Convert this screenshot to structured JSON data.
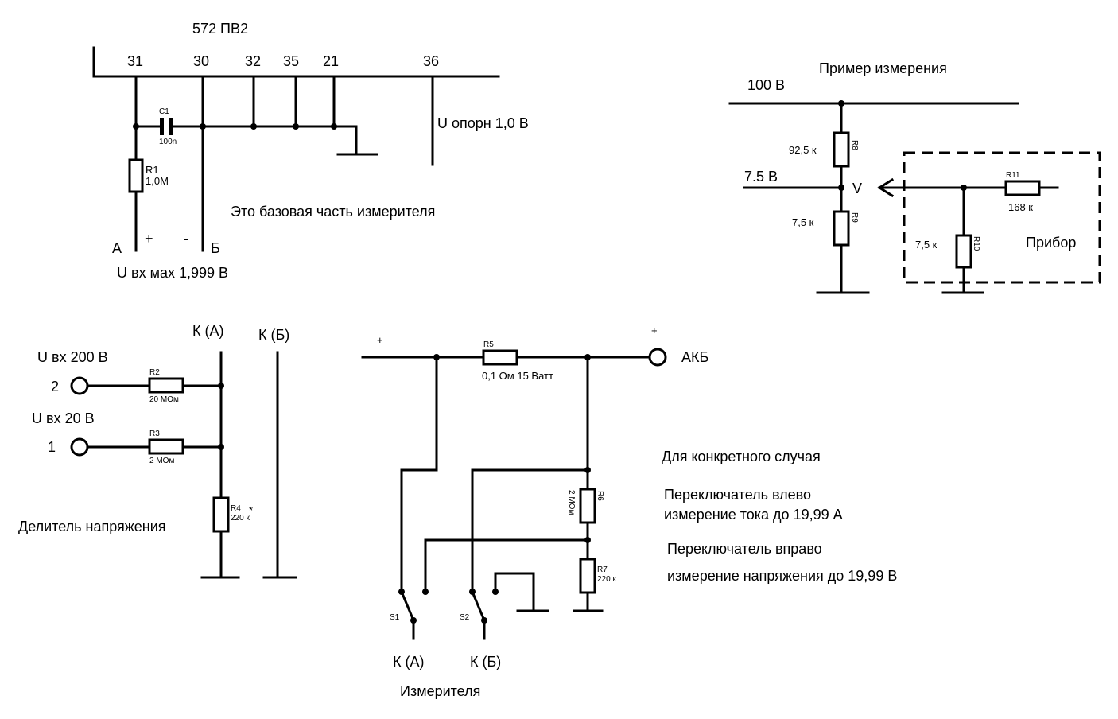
{
  "base": {
    "chip_label": "572 ПВ2",
    "pins": [
      "31",
      "30",
      "32",
      "35",
      "21",
      "36"
    ],
    "c1_name": "C1",
    "c1_value": "100n",
    "r1_name": "R1",
    "r1_value": "1,0M",
    "uref_label": "U опорн 1,0 В",
    "description": "Это базовая часть измерителя",
    "term_a": "А",
    "term_b": "Б",
    "plus": "+",
    "minus": "-",
    "uin_max": "U вх мах 1,999  В"
  },
  "example": {
    "title": "Пример измерения",
    "v100": "100 В",
    "v75": "7.5 В",
    "r8_name": "R8",
    "r8_value": "92,5 к",
    "r9_name": "R9",
    "r9_value": "7,5 к",
    "node_v": "V",
    "r10_name": "R10",
    "r10_value": "7,5 к",
    "r11_name": "R11",
    "r11_value": "168 к",
    "device_label": "Прибор"
  },
  "divider": {
    "ka": "К (А)",
    "kb": "К (Б)",
    "uin200": "U вх 200 В",
    "uin20": "U вх 20 В",
    "in2": "2",
    "in1": "1",
    "r2_name": "R2",
    "r2_value": "20 МОм",
    "r3_name": "R3",
    "r3_value": "2 МОм",
    "r4_name": "R4",
    "r4_value": "220 к",
    "r4_mark": "*",
    "label": "Делитель напряжения"
  },
  "current": {
    "plus_left": "+",
    "plus_right": "+",
    "r5_name": "R5",
    "r5_value": "0,1 Ом 15 Ватт",
    "akb": "АКБ",
    "r6_name": "R6",
    "r6_value": "2 МОм",
    "r7_name": "R7",
    "r7_value": "220 к",
    "s1": "S1",
    "s2": "S2",
    "ka": "К (А)",
    "kb": "К (Б)",
    "meter": "Измерителя"
  },
  "notes": {
    "case": "Для конкретного случая",
    "left_1": "Переключатель влево",
    "left_2": "измерение тока до 19,99 А",
    "right_1": "Переключатель вправо",
    "right_2": "измерение напряжения до 19,99 В"
  }
}
